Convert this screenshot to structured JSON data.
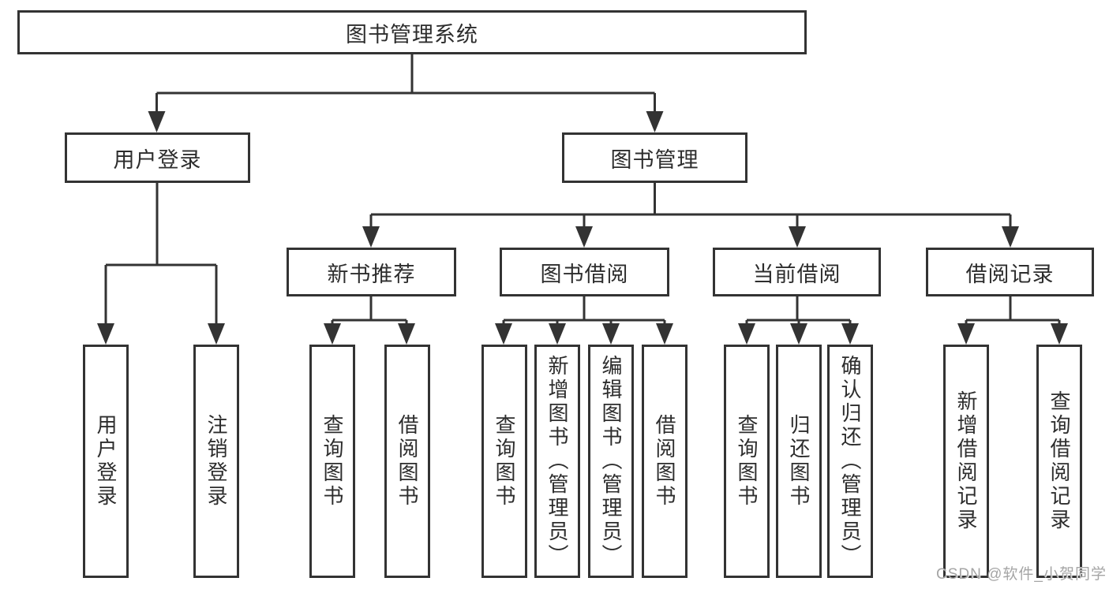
{
  "nodes": {
    "root": "图书管理系统",
    "user_login": {
      "label": "用户登录",
      "children": [
        "用户登录",
        "注销登录"
      ]
    },
    "book_mgmt": {
      "label": "图书管理",
      "groups": [
        {
          "label": "新书推荐",
          "children": [
            "查询图书",
            "借阅图书"
          ]
        },
        {
          "label": "图书借阅",
          "children": [
            "查询图书",
            "新增图书（管理员）",
            "编辑图书（管理员）",
            "借阅图书"
          ]
        },
        {
          "label": "当前借阅",
          "children": [
            "查询图书",
            "归还图书",
            "确认归还（管理员）"
          ]
        },
        {
          "label": "借阅记录",
          "children": [
            "新增借阅记录",
            "查询借阅记录"
          ]
        }
      ]
    }
  },
  "watermark": {
    "text": "CSDN @软件_小贺同学"
  },
  "colors": {
    "line": "#333333",
    "text": "#2d2d2d",
    "watermark": "#a5a5a5",
    "background": "#ffffff"
  }
}
